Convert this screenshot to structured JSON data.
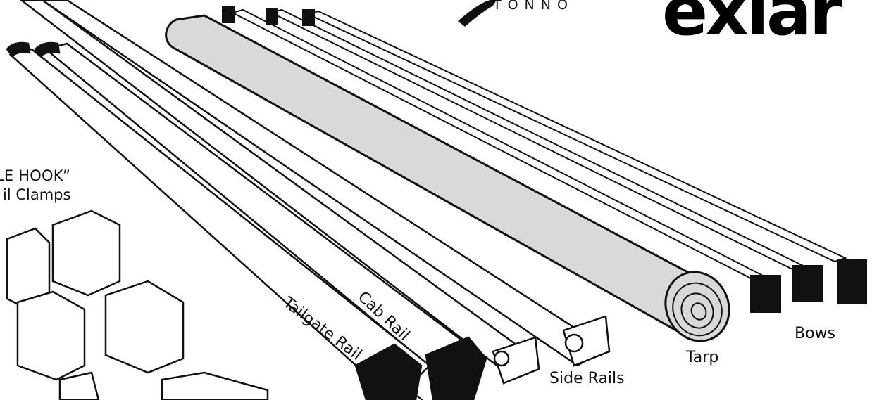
{
  "labels": {
    "clamps_line1": "LE HOOK”",
    "clamps_line2": "il Clamps",
    "tailgate_rail": "Tailgate Rail",
    "cab_rail": "Cab Rail",
    "side_rails": "Side Rails",
    "tarp": "Tarp",
    "bows": "Bows"
  },
  "brand": {
    "sub": "TONNO",
    "logo": "exlar"
  },
  "colors": {
    "ink": "#111111",
    "tarp_fill": "#d9d9d9",
    "rail_fill": "#ffffff",
    "end_cap": "#111111"
  }
}
